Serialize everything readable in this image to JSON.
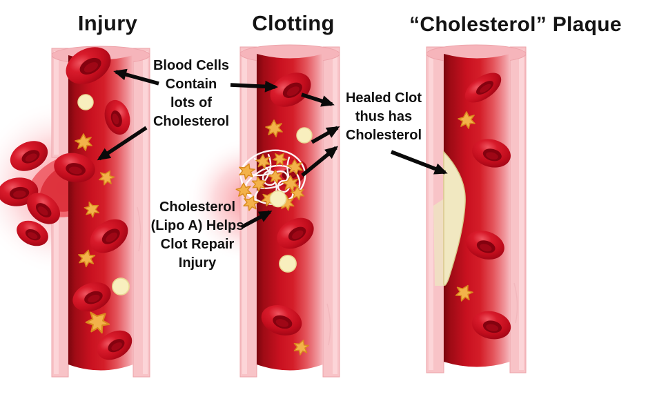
{
  "titles": {
    "injury": "Injury",
    "clotting": "Clotting",
    "plaque": "“Cholesterol” Plaque"
  },
  "callouts": {
    "blood_cells": "Blood Cells\nContain\nlots of\nCholesterol",
    "healed_clot": "Healed Clot\nthus has\nCholesterol",
    "lipo_a": "Cholesterol\n(Lipo A) Helps\nClot Repair\nInjury"
  },
  "colors": {
    "background": "#ffffff",
    "heading_text": "#141414",
    "arrow": "#0a0a0a",
    "vessel_wall_pink": "#f8c3c7",
    "vessel_lumen_red": "#cf1120",
    "blood_cell_red": "#c20d1d",
    "cholesterol_particle_orange": "#f3b24a",
    "lipoprotein_particle_cream": "#f8efbe",
    "fibrin_white": "#ffffff",
    "plaque_cream": "#f1e8c1"
  }
}
